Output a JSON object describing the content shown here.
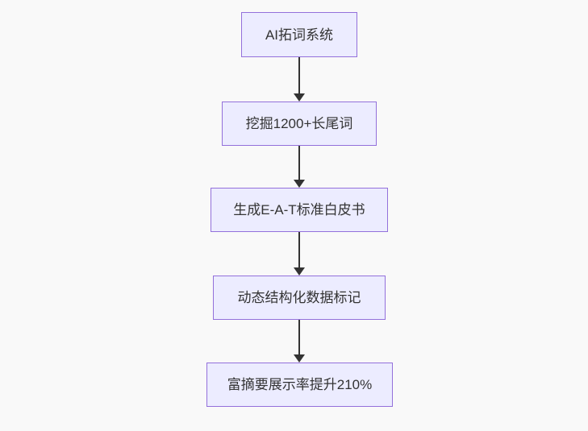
{
  "diagram": {
    "type": "flowchart-top-down",
    "nodes": [
      {
        "id": "A",
        "label": "AI拓词系统"
      },
      {
        "id": "B",
        "label": "挖掘1200+长尾词"
      },
      {
        "id": "C",
        "label": "生成E-A-T标准白皮书"
      },
      {
        "id": "D",
        "label": "动态结构化数据标记"
      },
      {
        "id": "E",
        "label": "富摘要展示率提升210%"
      }
    ],
    "edges": [
      {
        "from": "A",
        "to": "B"
      },
      {
        "from": "B",
        "to": "C"
      },
      {
        "from": "C",
        "to": "D"
      },
      {
        "from": "D",
        "to": "E"
      }
    ]
  },
  "colors": {
    "bg": "#f9f9f9",
    "node-fill": "#ECECFF",
    "node-border": "#9370DB",
    "text": "#333333",
    "edge": "#333333",
    "arrow": "#333333"
  }
}
